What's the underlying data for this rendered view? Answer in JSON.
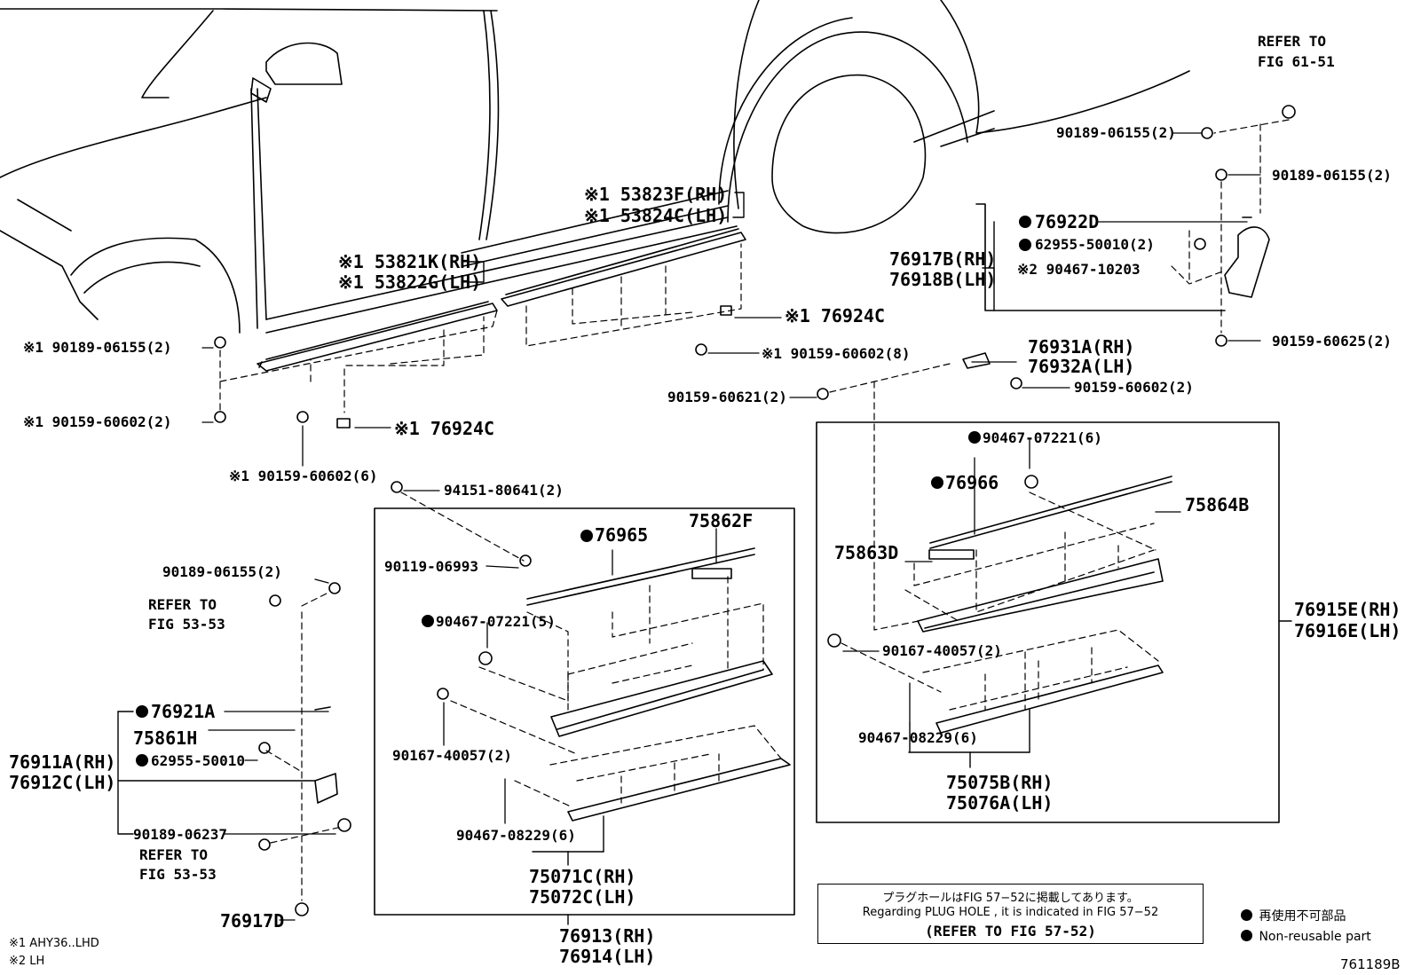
{
  "labels": {
    "refer_fig_61_51_a": "REFER TO",
    "refer_fig_61_51_b": "FIG 61-51",
    "p90189_top1": "90189-06155(2)",
    "p90189_top2": "90189-06155(2)",
    "p76922D": "76922D",
    "p62955_2": "62955-50010(2)",
    "p90467_10203": "※2 90467-10203",
    "p76917B": "76917B(RH)",
    "p76918B": "76918B(LH)",
    "p90159_60625": "90159-60625(2)",
    "p53823F": "※1 53823F(RH)",
    "p53824C": "※1 53824C(LH)",
    "p53821K": "※1 53821K(RH)",
    "p53822G": "※1 53822G(LH)",
    "p76924C_a": "※1 76924C",
    "p90159_8": "※1 90159-60602(8)",
    "p76931A": "76931A(RH)",
    "p76932A": "76932A(LH)",
    "p90159_60621": "90159-60621(2)",
    "p90159_60602_2r": "90159-60602(2)",
    "p90189_left": "※1 90189-06155(2)",
    "p90159_left": "※1 90159-60602(2)",
    "p76924C_b": "※1 76924C",
    "p90159_6": "※1 90159-60602(6)",
    "p94151": "94151-80641(2)",
    "p90467_07221_6": "90467-07221(6)",
    "p76966": "76966",
    "p75864B": "75864B",
    "p75863D": "75863D",
    "p76965": "76965",
    "p75862F": "75862F",
    "p90119": "90119-06993",
    "p90467_07221_5": "90467-07221(5)",
    "p90167_b": "90167-40057(2)",
    "p90167_a": "90167-40057(2)",
    "p90467_08229_b": "90467-08229(6)",
    "p90467_08229_a": "90467-08229(6)",
    "p75071C": "75071C(RH)",
    "p75072C": "75072C(LH)",
    "p75075B": "75075B(RH)",
    "p75076A": "75076A(LH)",
    "p76915E": "76915E(RH)",
    "p76916E": "76916E(LH)",
    "p76913": "76913(RH)",
    "p76914": "76914(LH)",
    "p90189_left2": "90189-06155(2)",
    "refer_53_53_a1": "REFER TO",
    "refer_53_53_a2": "FIG 53-53",
    "p76921A": "76921A",
    "p75861H": "75861H",
    "p62955_1": "62955-50010",
    "p76911A": "76911A(RH)",
    "p76912C": "76912C(LH)",
    "p90189_06237": "90189-06237",
    "refer_53_53_b1": "REFER TO",
    "refer_53_53_b2": "FIG 53-53",
    "p76917D": "76917D"
  },
  "footnotes": {
    "n1": "※1 AHY36..LHD",
    "n2": "※2 LH"
  },
  "note_box": {
    "line1": "プラグホールはFIG 57−52に掲載してあります。",
    "line2": "Regarding  PLUG  HOLE , it is indicated in FIG  57−52",
    "line3": "(REFER TO FIG 57-52)"
  },
  "legend": {
    "jp": "再使用不可部品",
    "en": "Non-reusable part"
  },
  "figure_id": "761189B"
}
